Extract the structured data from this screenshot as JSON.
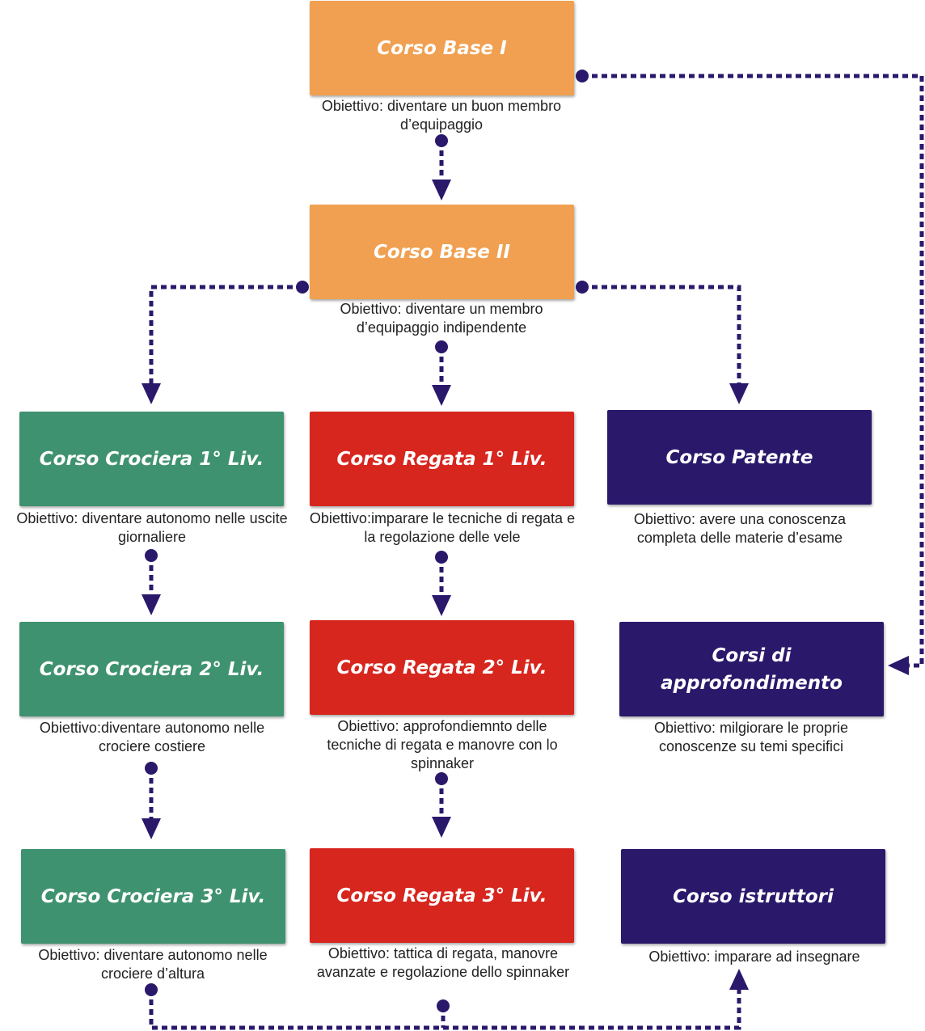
{
  "colors": {
    "base": "#f0a050",
    "crociera": "#3f9270",
    "regata": "#d7261e",
    "navy": "#2a196b",
    "connector": "#2a196b"
  },
  "courses": {
    "base1": {
      "title": "Corso Base I",
      "objective": "Obiettivo: diventare un buon membro d’equipaggio"
    },
    "base2": {
      "title": "Corso Base II",
      "objective": "Obiettivo: diventare un membro d’equipaggio indipendente"
    },
    "crociera1": {
      "title": "Corso Crociera 1° Liv.",
      "objective": "Obiettivo: diventare autonomo nelle uscite giornaliere"
    },
    "regata1": {
      "title": "Corso Regata 1° Liv.",
      "objective": "Obiettivo:imparare le tecniche di regata e la regolazione delle vele"
    },
    "patente": {
      "title": "Corso Patente",
      "objective": "Obiettivo: avere una conoscenza completa delle materie d’esame"
    },
    "crociera2": {
      "title": "Corso Crociera 2° Liv.",
      "objective": "Obiettivo:diventare autonomo nelle crociere costiere"
    },
    "regata2": {
      "title": "Corso Regata 2° Liv.",
      "objective": "Obiettivo: approfondiemnto delle tecniche di regata e manovre con lo spinnaker"
    },
    "approfondimento": {
      "title": "Corsi di approfondimento",
      "objective": "Obiettivo: milgiorare le proprie conoscenze su temi specifici"
    },
    "crociera3": {
      "title": "Corso Crociera 3° Liv.",
      "objective": "Obiettivo: diventare autonomo nelle crociere d’altura"
    },
    "regata3": {
      "title": "Corso Regata 3° Liv.",
      "objective": "Obiettivo: tattica di regata, manovre avanzate e regolazione dello spinnaker"
    },
    "istruttori": {
      "title": "Corso istruttori",
      "objective": "Obiettivo: imparare ad insegnare"
    }
  },
  "connections": [
    {
      "from": "base1",
      "to": "base2"
    },
    {
      "from": "base1",
      "to": "approfondimento"
    },
    {
      "from": "base2",
      "to": "crociera1"
    },
    {
      "from": "base2",
      "to": "regata1"
    },
    {
      "from": "base2",
      "to": "patente"
    },
    {
      "from": "crociera1",
      "to": "crociera2"
    },
    {
      "from": "crociera2",
      "to": "crociera3"
    },
    {
      "from": "regata1",
      "to": "regata2"
    },
    {
      "from": "regata2",
      "to": "regata3"
    },
    {
      "from": "crociera3",
      "to": "istruttori"
    },
    {
      "from": "regata3",
      "to": "istruttori"
    }
  ]
}
